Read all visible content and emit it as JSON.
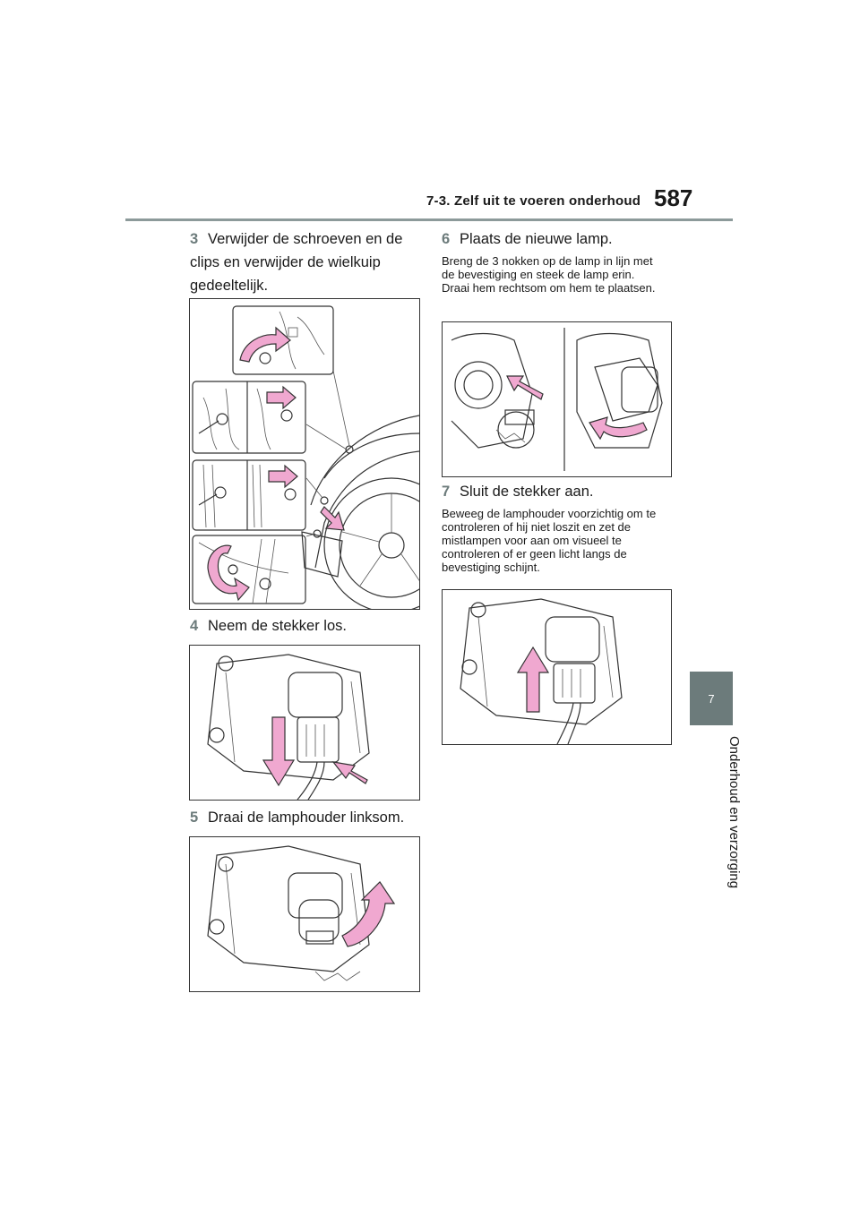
{
  "header": {
    "section": "7-3. Zelf uit te voeren onderhoud",
    "page_number": "587"
  },
  "sidebar": {
    "chapter_number": "7",
    "chapter_title": "Onderhoud en verzorging"
  },
  "steps": [
    {
      "number": "3",
      "text": "Verwijder de schroeven en de clips en verwijder de wielkuip gedeeltelijk."
    },
    {
      "number": "4",
      "text": "Neem de stekker los."
    },
    {
      "number": "5",
      "text": "Draai de lamphouder linksom."
    },
    {
      "number": "6",
      "text": "Plaats de nieuwe lamp.",
      "note": "Breng de 3 nokken op de lamp in lijn met de bevestiging en steek de lamp erin. Draai hem rechtsom om hem te plaatsen."
    },
    {
      "number": "7",
      "text": "Sluit de stekker aan.",
      "note": "Beweeg de lamphouder voorzichtig om te controleren of hij niet loszit en zet de mistlampen voor aan om visueel te controleren of er geen licht langs de bevestiging schijnt."
    }
  ],
  "colors": {
    "arrow_fill": "#f0a8d0",
    "accent_gray": "#6c7b7b",
    "rule_gray": "#8c9a9a"
  }
}
